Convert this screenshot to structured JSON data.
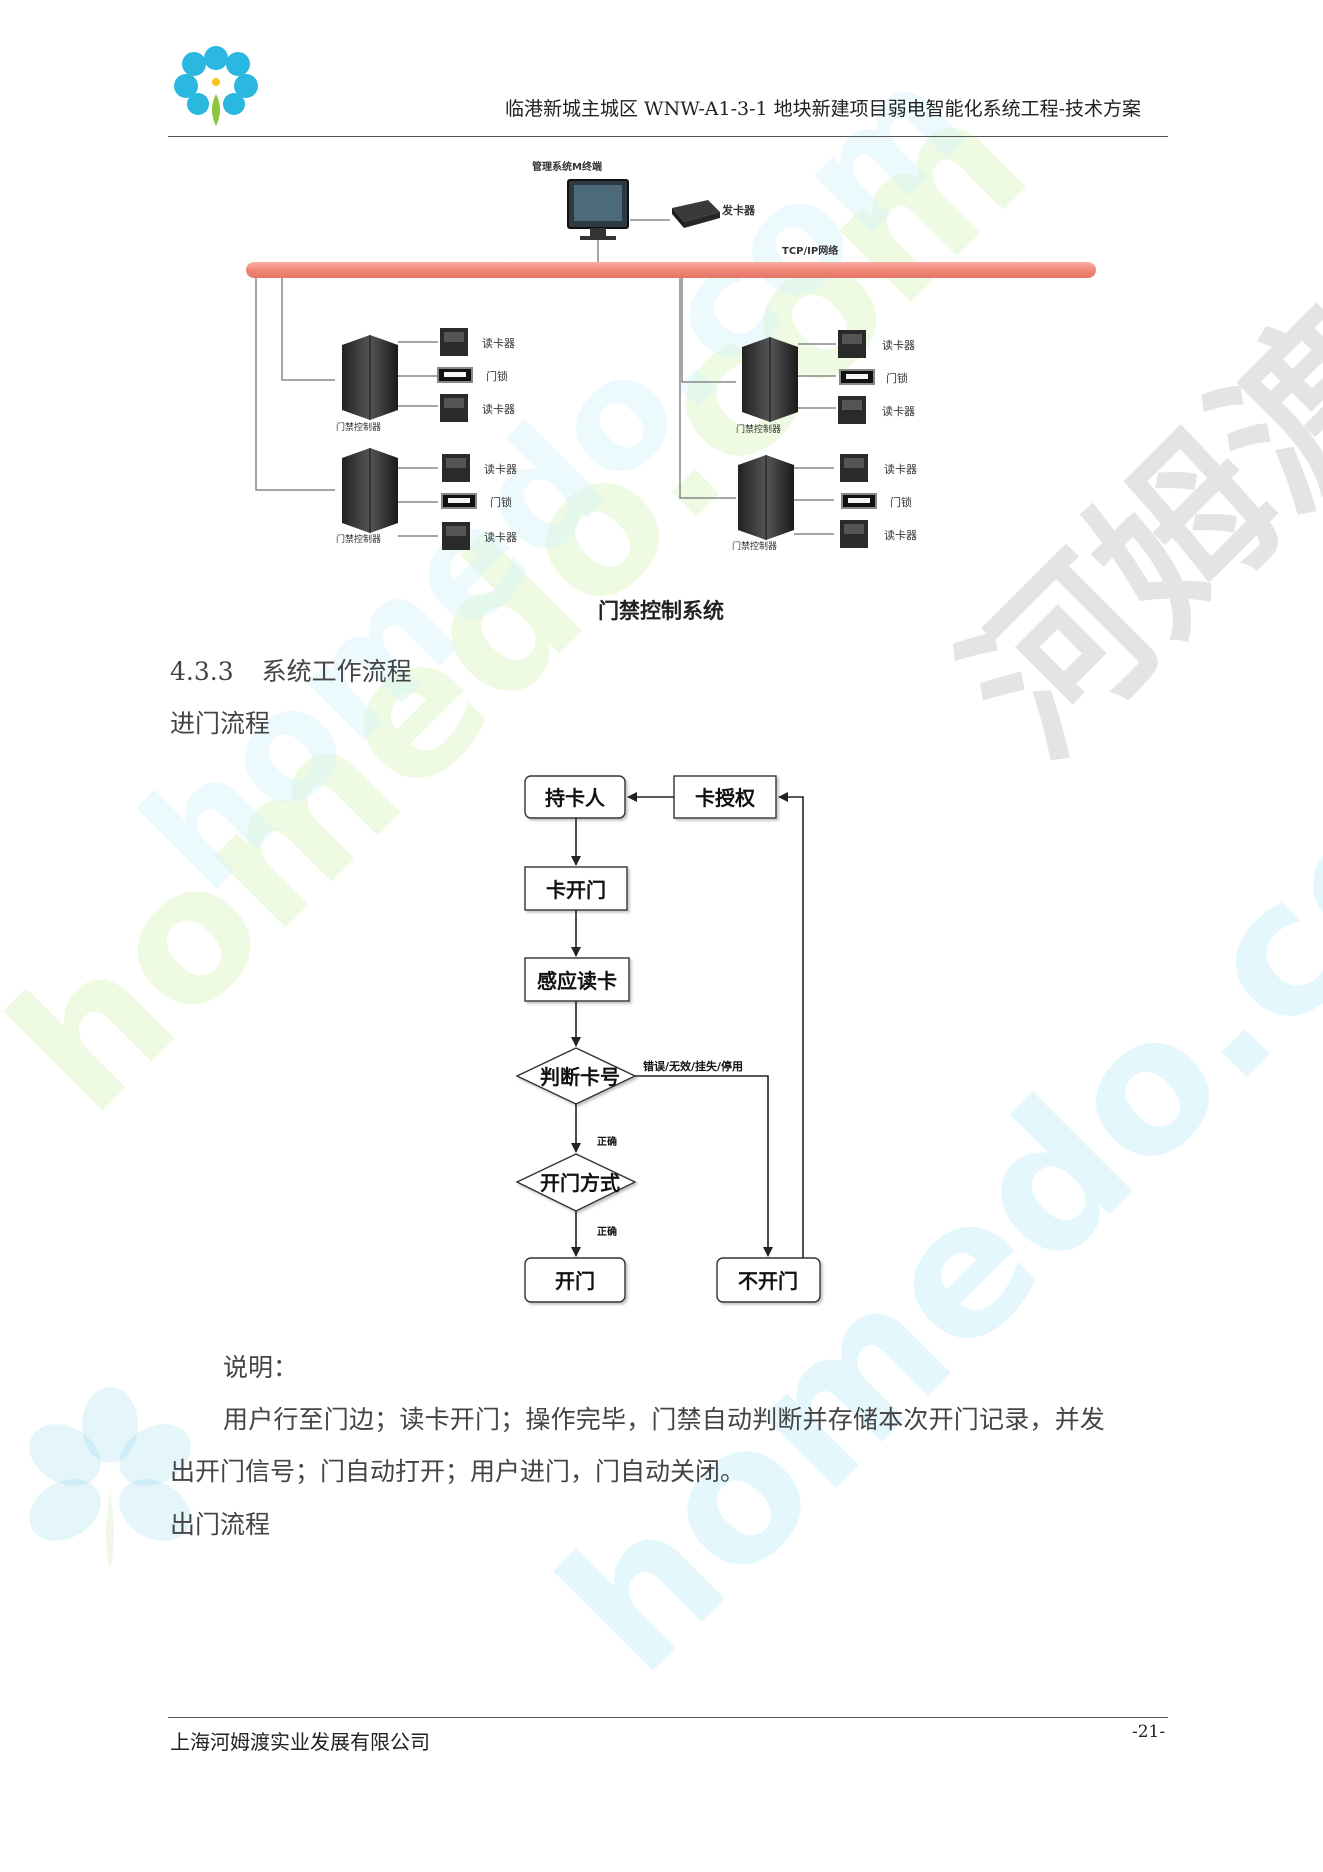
{
  "header": {
    "title": "临港新城主城区 WNW-A1-3-1 地块新建项目弱电智能化系统工程-技术方案"
  },
  "network_diagram": {
    "terminal_label": "管理系统M终端",
    "card_issuer_label": "发卡器",
    "network_label": "TCP/IP网络",
    "controller_label": "门禁控制器",
    "reader_label": "读卡器",
    "lock_label": "门锁",
    "caption": "门禁控制系统"
  },
  "section": {
    "number": "4.3.3",
    "title": "系统工作流程"
  },
  "entry_flow": {
    "heading": "进门流程",
    "nodes": {
      "card_holder": "持卡人",
      "card_auth": "卡授权",
      "card_open": "卡开门",
      "read_card": "感应读卡",
      "judge_card": "判断卡号",
      "open_method": "开门方式",
      "open": "开门",
      "not_open": "不开门"
    },
    "edges": {
      "error_label": "错误/无效/挂失/停用",
      "correct_label_1": "正确",
      "correct_label_2": "正确"
    }
  },
  "explanation": {
    "label": "说明：",
    "line1": "用户行至门边；读卡开门；操作完毕，门禁自动判断并存储本次开门记录，并发",
    "line2": "出开门信号；门自动打开；用户进门，门自动关闭。"
  },
  "exit_flow": {
    "heading": "出门流程"
  },
  "footer": {
    "company": "上海河姆渡实业发展有限公司",
    "page": "-21-"
  },
  "watermark": {
    "text_latin": "homedo.com",
    "text_cn": "河姆渡"
  },
  "colors": {
    "network_bar": "#f08878",
    "logo_petal": "#2ab8e0",
    "logo_stem": "#8cc63f"
  },
  "icons": [
    "flower-logo-icon",
    "monitor-icon",
    "card-issuer-icon",
    "controller-cabinet-icon",
    "card-reader-icon",
    "door-lock-icon"
  ]
}
